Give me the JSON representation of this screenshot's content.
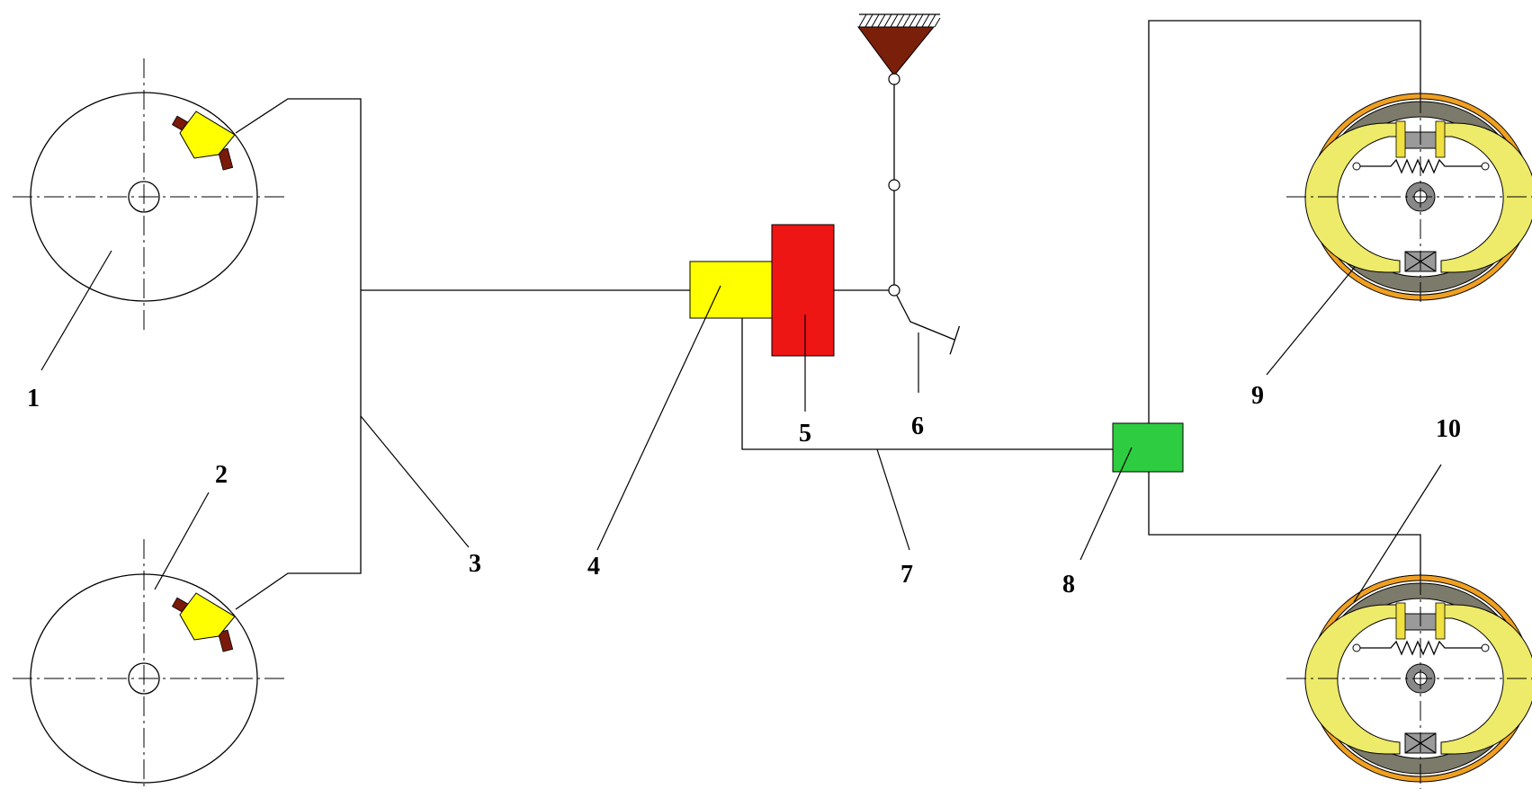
{
  "diagram": {
    "labels": {
      "disc_brake_front_left": "1",
      "disc_brake_caliper": "2",
      "front_brake_line": "3",
      "brake_valve": "4",
      "master_cylinder": "5",
      "brake_pedal": "6",
      "rear_brake_line": "7",
      "pressure_regulator": "8",
      "drum_brake_rear_top": "9",
      "drum_brake_rear_bottom": "10"
    },
    "colors": {
      "caliper": "#ffff00",
      "brake_pad": "#7a1a0a",
      "brake_valve": "#ffff00",
      "master_cylinder": "#ee1515",
      "pressure_regulator": "#2ecc40",
      "pedal_mount": "#7a1f0a",
      "drum_ring": "#f0a020",
      "drum_shell": "#7c7a6a",
      "drum_shoe": "#eeea6a",
      "adjuster": "#f0e040"
    }
  }
}
